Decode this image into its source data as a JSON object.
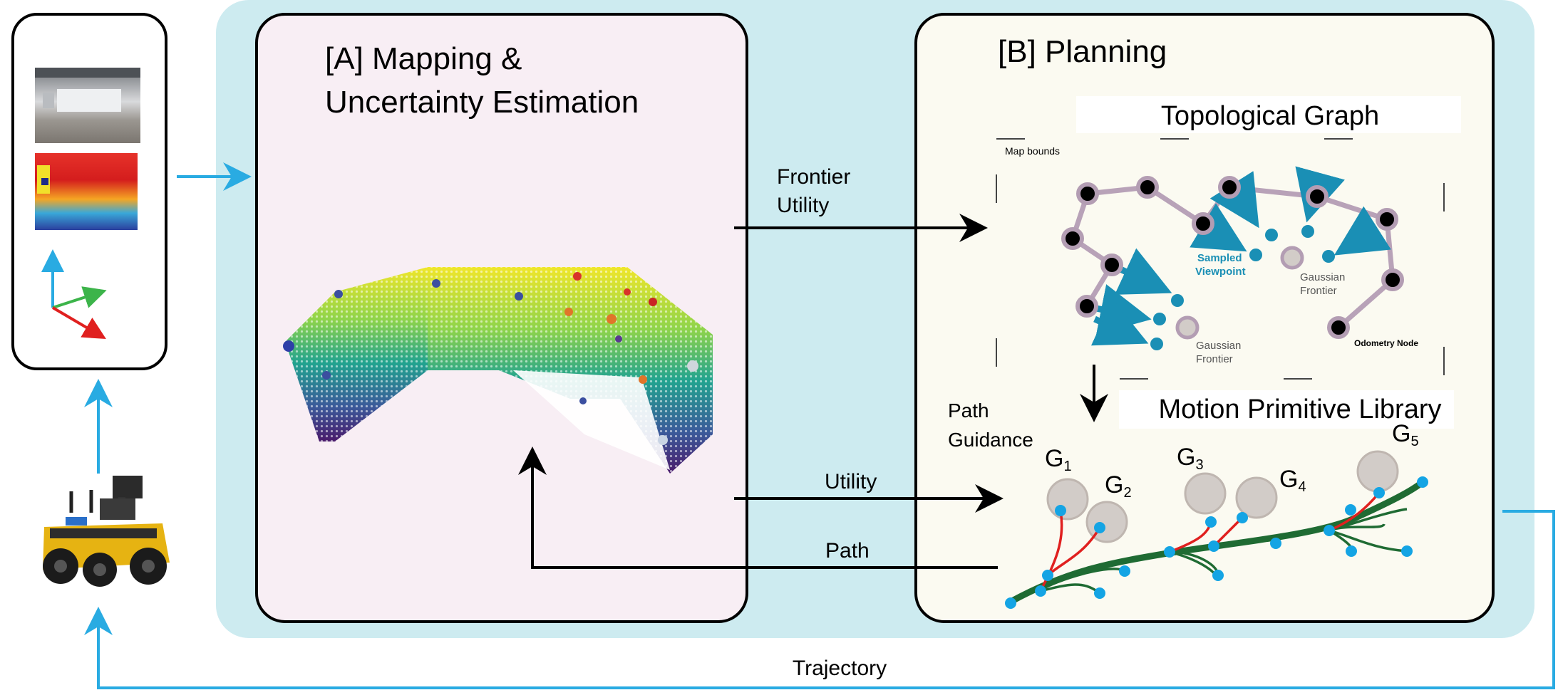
{
  "panel_a": {
    "title_line1": "[A] Mapping &",
    "title_line2": "Uncertainty Estimation"
  },
  "panel_b": {
    "title": "[B] Planning",
    "topo_graph": {
      "title": "Topological Graph",
      "map_bounds_label": "Map bounds",
      "sampled_viewpoint_line1": "Sampled",
      "sampled_viewpoint_line2": "Viewpoint",
      "gaussian_frontier_line1": "Gaussian",
      "gaussian_frontier_line2": "Frontier",
      "gaussian_frontier2_line1": "Gaussian",
      "gaussian_frontier2_line2": "Frontier",
      "odometry_node_label": "Odometry Node"
    },
    "mpl": {
      "title": "Motion Primitive Library",
      "goals": [
        {
          "base": "G",
          "sub": "1"
        },
        {
          "base": "G",
          "sub": "2"
        },
        {
          "base": "G",
          "sub": "3"
        },
        {
          "base": "G",
          "sub": "4"
        },
        {
          "base": "G",
          "sub": "5"
        }
      ]
    }
  },
  "arrows": {
    "frontier_utility_line1": "Frontier",
    "frontier_utility_line2": "Utility",
    "path_guidance_line1": "Path",
    "path_guidance_line2": "Guidance",
    "utility": "Utility",
    "path": "Path",
    "trajectory": "Trajectory"
  },
  "colors": {
    "workspace_bg": "#cdebf0",
    "panel_a_bg": "#f8eef4",
    "panel_b_bg": "#fbfaf1",
    "flow_blue": "#29abe2",
    "graph_node_ring": "#b39db3",
    "graph_edge": "#b8a2b8",
    "viewpoint_teal": "#1a8fb5",
    "primitive_green": "#1f6b33",
    "primitive_red": "#e0201f",
    "goal_gray": "#d2ccc8",
    "waypoint_blue": "#14a4e4"
  },
  "icons": [
    "camera-rgb-image",
    "depth-image",
    "coordinate-frame-icon",
    "robot-image",
    "point-cloud-map"
  ]
}
